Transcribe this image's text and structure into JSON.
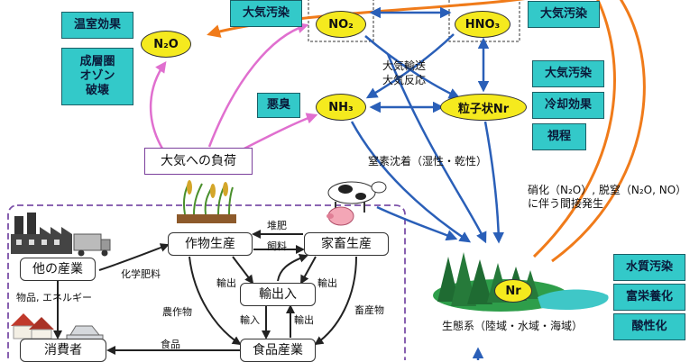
{
  "boxes": {
    "greenhouse": "温室効果",
    "ozone": "成層圏\nオゾン\n破壊",
    "air_pollution_top": "大気汚染",
    "air_pollution_right_top": "大気汚染",
    "air_pollution_right": "大気汚染",
    "cooling": "冷却効果",
    "visibility": "視程",
    "odor": "悪臭",
    "water_pollution": "水質汚染",
    "eutrophication": "富栄養化",
    "acidification": "酸性化",
    "load": "大気への負荷",
    "other_industry": "他の産業",
    "crop": "作物生産",
    "livestock": "家畜生産",
    "import_export": "輸出入",
    "consumer": "消費者",
    "food_industry": "食品産業"
  },
  "species": {
    "n2o": "N₂O",
    "no2": "NO₂",
    "hno3": "HNO₃",
    "nh3": "NH₃",
    "particulate": "粒子状Nr",
    "nr": "Nr"
  },
  "labels": {
    "transport": "大気輸送",
    "reaction": "大気反応",
    "deposition": "窒素沈着（湿性・乾性）",
    "nitrification": "硝化（N₂O）, 脱窒（N₂O, NO）\nに伴う間接発生",
    "ecosystem": "生態系（陸域・水域・海域）",
    "manure": "堆肥",
    "feed": "飼料",
    "chem_fert": "化学肥料",
    "goods_energy": "物品, エネルギー",
    "export1": "輸出",
    "export2": "輸出",
    "import": "輸入",
    "export3": "輸出",
    "crops": "農作物",
    "livestock_products": "畜産物",
    "food": "食品"
  }
}
